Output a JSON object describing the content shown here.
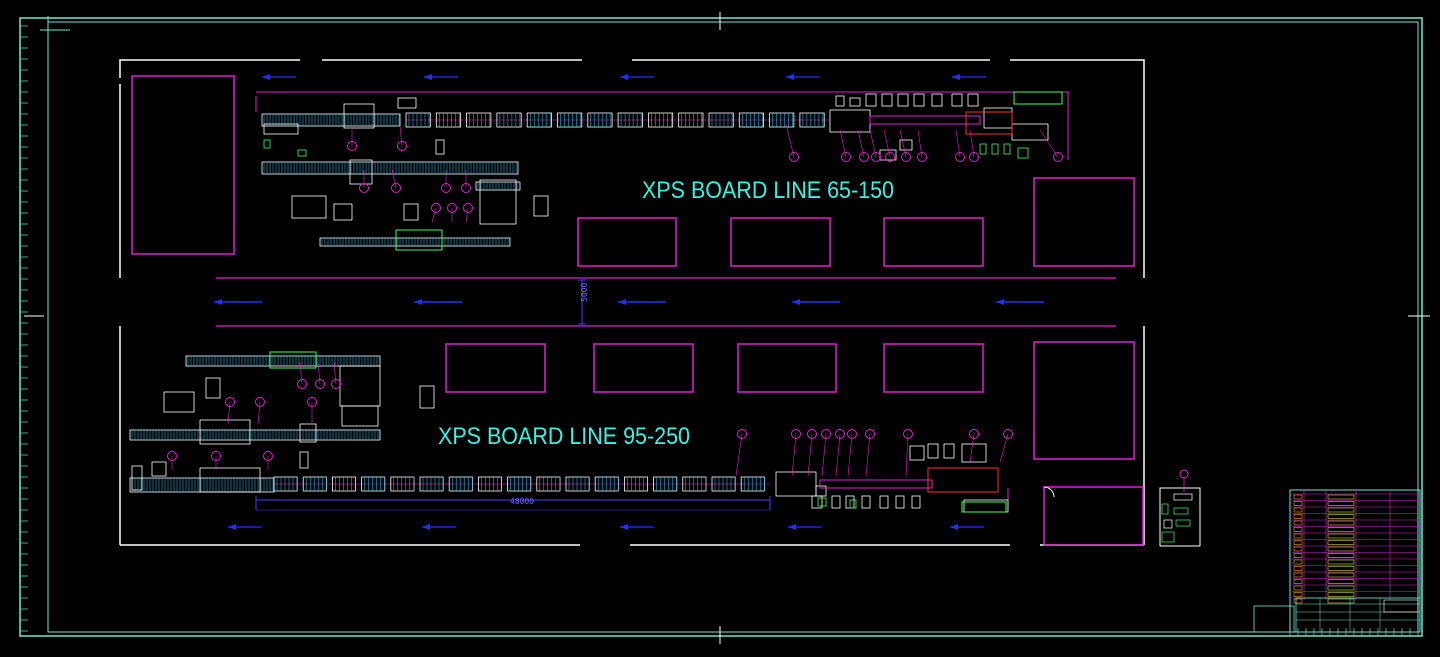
{
  "drawing": {
    "line_a_title": "XPS BOARD LINE 65-150",
    "line_b_title": "XPS BOARD LINE 95-250",
    "aisle_dimension": "5000",
    "line_b_length_dimension": "48000"
  },
  "colors": {
    "background": "#000000",
    "frame": "#6fe8d0",
    "walls": "#ffffff",
    "zones": "#e020d0",
    "flow_arrows": "#2030ff",
    "title_text": "#3ff0e0"
  }
}
